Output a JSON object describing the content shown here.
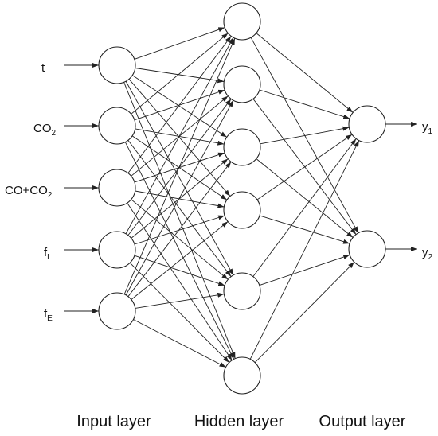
{
  "inputs": [
    {
      "text": "t",
      "sub": ""
    },
    {
      "text": "CO",
      "sub": "2"
    },
    {
      "text": "CO+CO",
      "sub": "2"
    },
    {
      "text": "f",
      "sub": "L"
    },
    {
      "text": "f",
      "sub": "E"
    }
  ],
  "outputs": [
    {
      "text": "y",
      "sub": "1"
    },
    {
      "text": "y",
      "sub": "2"
    }
  ],
  "layers": {
    "input_label": "Input layer",
    "hidden_label": "Hidden layer",
    "output_label": "Output layer",
    "hidden_count": 6
  }
}
